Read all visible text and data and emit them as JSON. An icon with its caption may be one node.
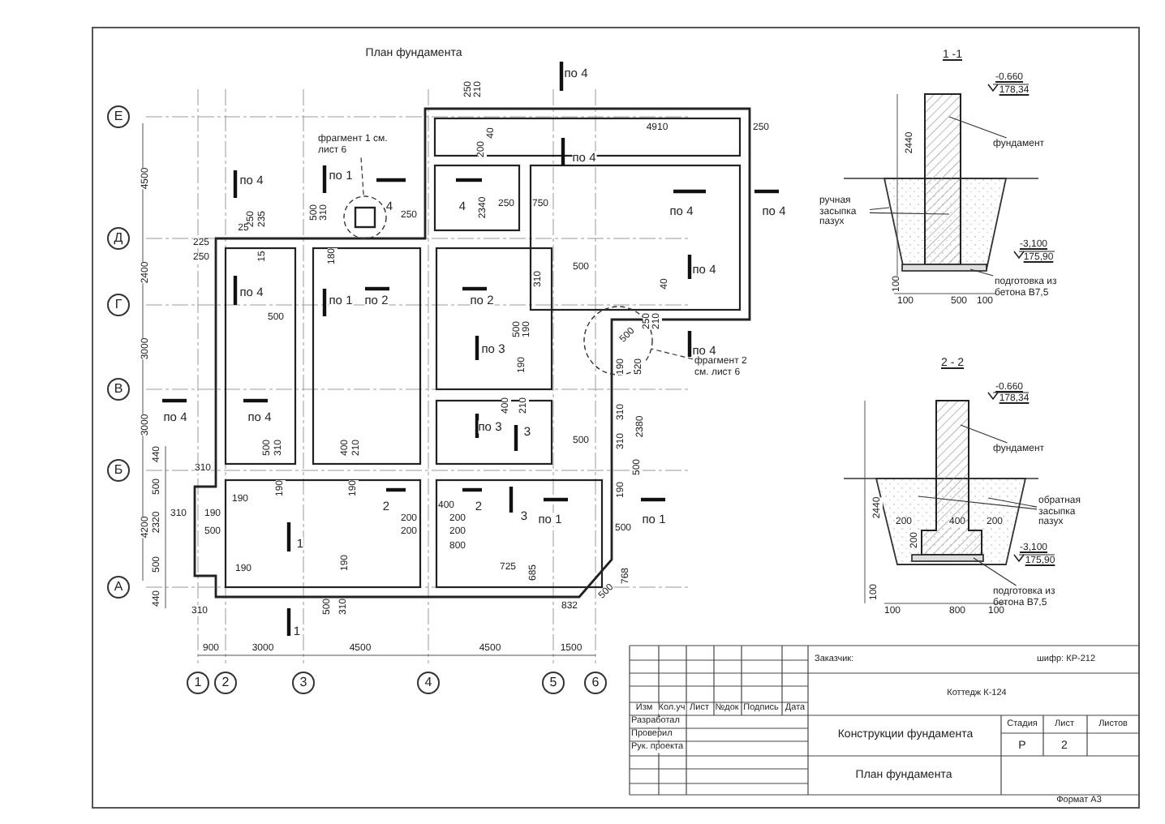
{
  "diagram": {
    "title": "План фундамента",
    "nodes": [
      {
        "text": [
          "фрагмент 1 см. лист 6"
        ]
      },
      {
        "text": [],
        "shape": "circle"
      },
      {
        "text": [
          "фрагмент 2 см. лист 6"
        ]
      },
      {
        "text": [],
        "shape": "circle"
      },
      {
        "text": [
          "фундамент"
        ]
      },
      {
        "text": [
          "ручная засыпка пазух"
        ]
      },
      {
        "text": [
          "подготовка из бетона В7,5"
        ]
      },
      {
        "text": [
          "фундамент"
        ]
      },
      {
        "text": [
          "обратная засыпка пазух"
        ]
      },
      {
        "text": [
          "подготовка из бетона В7,5"
        ]
      },
      {
        "text": [
          "Е"
        ]
      },
      {
        "text": [
          "Д"
        ]
      },
      {
        "text": [
          "Г"
        ]
      },
      {
        "text": [
          "В"
        ]
      },
      {
        "text": [
          "Б"
        ]
      },
      {
        "text": [
          "А"
        ]
      },
      {
        "text": [
          "1"
        ]
      },
      {
        "text": [
          "2"
        ]
      },
      {
        "text": [
          "3"
        ]
      },
      {
        "text": [
          "4"
        ]
      },
      {
        "text": [
          "5"
        ]
      },
      {
        "text": [
          "6"
        ]
      }
    ],
    "edges": [
      {
        "from": 0,
        "to": 1,
        "arrow": "none",
        "style": "dashed"
      },
      {
        "from": 2,
        "to": 3,
        "arrow": "none",
        "style": "dashed"
      },
      {
        "from": 4,
        "to": null,
        "arrow": "none"
      },
      {
        "from": 5,
        "to": null,
        "arrow": "none"
      },
      {
        "from": 5,
        "to": null,
        "arrow": "none"
      },
      {
        "from": 6,
        "to": null,
        "arrow": "none"
      },
      {
        "from": 7,
        "to": null,
        "arrow": "none"
      },
      {
        "from": 8,
        "to": null,
        "arrow": "none"
      },
      {
        "from": 8,
        "to": null,
        "arrow": "none"
      },
      {
        "from": 9,
        "to": null,
        "arrow": "none"
      }
    ],
    "labels": [
      "по 4",
      "250",
      "210",
      "4910",
      "250",
      "200",
      "40",
      "по 4",
      "по 4",
      "по 1",
      "4",
      "250",
      "4",
      "250",
      "750",
      "2340",
      "по 4",
      "по 4",
      "500",
      "310",
      "250",
      "235",
      "225",
      "25",
      "250",
      "15",
      "180",
      "500",
      "по 4",
      "40",
      "310",
      "по 4",
      "по 1",
      "по 2",
      "по 2",
      "500",
      "500",
      "190",
      "500",
      "250",
      "210",
      "по 3",
      "по 4",
      "190",
      "190",
      "520",
      "400",
      "210",
      "310",
      "по 4",
      "по 4",
      "по 3",
      "2380",
      "3",
      "500",
      "310",
      "500",
      "310",
      "400",
      "210",
      "310",
      "500",
      "190",
      "190",
      "190",
      "190",
      "2",
      "400",
      "2",
      "3",
      "по 1",
      "по 1",
      "310",
      "190",
      "200",
      "200",
      "500",
      "500",
      "200",
      "200",
      "1",
      "800",
      "190",
      "190",
      "725",
      "685",
      "768",
      "500",
      "500",
      "310",
      "832",
      "310",
      "1",
      "4500",
      "2400",
      "3000",
      "3000",
      "4200",
      "440",
      "500",
      "2320",
      "500",
      "440",
      "900",
      "3000",
      "4500",
      "4500",
      "1500",
      "1 -1",
      "-0.660",
      "178,34",
      "2440",
      "-3,100",
      "175,90",
      "100",
      "100",
      "500",
      "100",
      "2 - 2",
      "-0.660",
      "178,34",
      "2440",
      "200",
      "400",
      "200",
      "200",
      "-3,100",
      "175,90",
      "100",
      "100",
      "800",
      "100",
      "Заказчик:",
      "шифр: КР-212",
      "Коттедж К-124",
      "Изм",
      "Кол.уч",
      "Лист",
      "№док",
      "Подпись",
      "Дата",
      "Разработал",
      "Проверил",
      "Рук. проекта",
      "Стадия",
      "Лист",
      "Листов",
      "Конструкции фундамента",
      "Р",
      "2",
      "План фундамента",
      "Формат А3"
    ]
  }
}
